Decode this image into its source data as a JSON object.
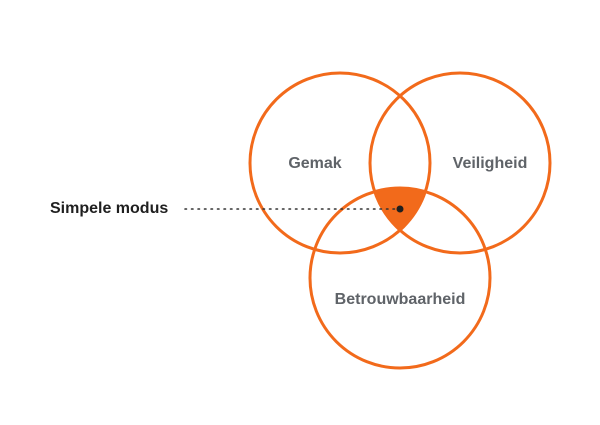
{
  "diagram": {
    "circles": [
      {
        "id": "gemak",
        "label": "Gemak"
      },
      {
        "id": "veiligheid",
        "label": "Veiligheid"
      },
      {
        "id": "betrouwbaarheid",
        "label": "Betrouwbaarheid"
      }
    ],
    "intersection_label": "Simpele modus",
    "colors": {
      "accent": "#f26a1b",
      "circle_text": "#5f6368",
      "callout_text": "#1f1f1f",
      "leader": "#333333"
    }
  }
}
